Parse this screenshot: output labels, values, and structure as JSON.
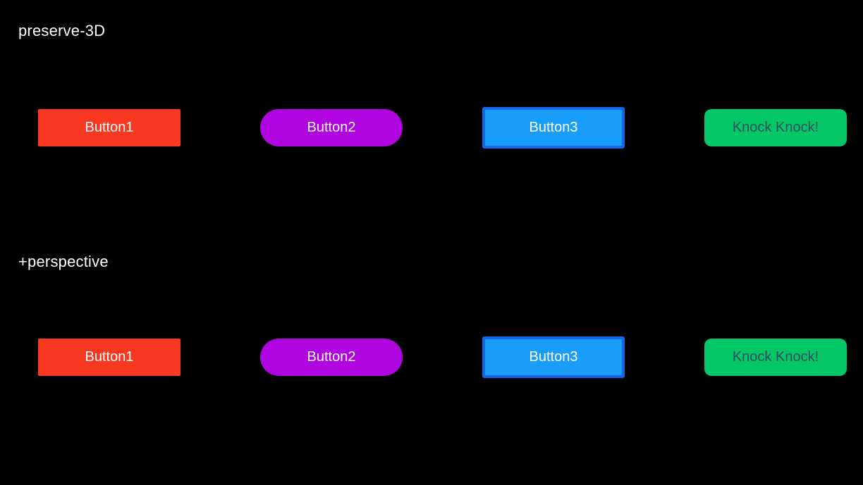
{
  "page": {
    "background": "#000000",
    "label_color": "#ffffff"
  },
  "sections": [
    {
      "label": "preserve-3D",
      "buttons": [
        {
          "label": "Button1",
          "bg": "#f93822",
          "text_color": "#ffffff",
          "shape": "rectangle"
        },
        {
          "label": "Button2",
          "bg": "#b004e0",
          "text_color": "#ffffff",
          "shape": "pill"
        },
        {
          "label": "Button3",
          "bg": "#189ef9",
          "border_color": "#1568e5",
          "text_color": "#ffffff",
          "shape": "bordered-rectangle"
        },
        {
          "label": "Knock Knock!",
          "bg": "#04c767",
          "text_color": "#334f5e",
          "shape": "rounded-rectangle"
        }
      ]
    },
    {
      "label": "+perspective",
      "buttons": [
        {
          "label": "Button1",
          "bg": "#f93822",
          "text_color": "#ffffff",
          "shape": "rectangle"
        },
        {
          "label": "Button2",
          "bg": "#b004e0",
          "text_color": "#ffffff",
          "shape": "pill"
        },
        {
          "label": "Button3",
          "bg": "#189ef9",
          "border_color": "#1568e5",
          "text_color": "#ffffff",
          "shape": "bordered-rectangle"
        },
        {
          "label": "Knock Knock!",
          "bg": "#04c767",
          "text_color": "#334f5e",
          "shape": "rounded-rectangle"
        }
      ]
    }
  ]
}
